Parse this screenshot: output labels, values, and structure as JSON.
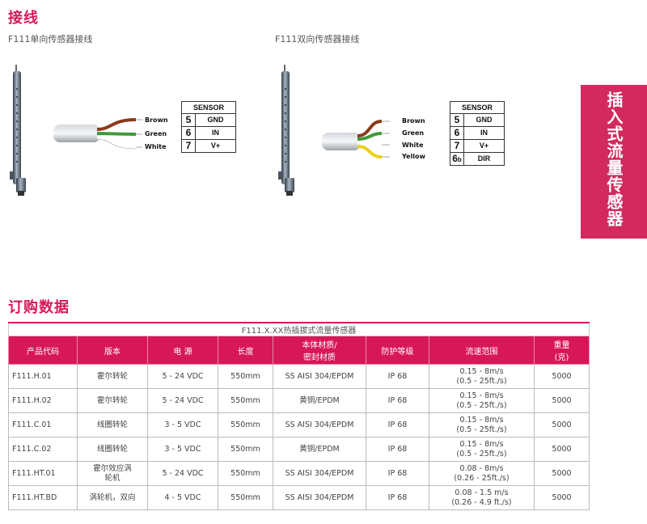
{
  "section1": {
    "title": "接线",
    "diagram_left_caption": "F111单向传感器接线",
    "diagram_right_caption": "F111双向传感器接线"
  },
  "side_tab": {
    "text": "插入式流量传感器"
  },
  "wiring": {
    "left": {
      "wires": [
        "Brown",
        "Green",
        "White"
      ],
      "sensor_title": "SENSOR",
      "rows": [
        {
          "num": "5",
          "label": "GND"
        },
        {
          "num": "6",
          "label": "IN"
        },
        {
          "num": "7",
          "label": "V+"
        }
      ]
    },
    "right": {
      "wires": [
        "Brown",
        "Green",
        "White",
        "Yellow"
      ],
      "sensor_title": "SENSOR",
      "rows": [
        {
          "num": "5",
          "label": "GND"
        },
        {
          "num": "6",
          "label": "IN"
        },
        {
          "num": "7",
          "label": "V+"
        },
        {
          "num": "6",
          "sub": "b",
          "label": "DIR"
        }
      ]
    }
  },
  "section2": {
    "title": "订购数据",
    "table_caption": "F111.X.XX热插拔式流量传感器",
    "headers": [
      "产品代码",
      "版本",
      "电 源",
      "长度",
      "本体材质/\n密封材质",
      "防护等级",
      "流速范围",
      "重量\n(克)"
    ],
    "rows": [
      [
        "F111.H.01",
        "霍尔转轮",
        "5 - 24 VDC",
        "550mm",
        "SS AISI 304/EPDM",
        "IP 68",
        "0.15 - 8m/s\n(0.5 - 25ft./s)",
        "5000"
      ],
      [
        "F111.H.02",
        "霍尔转轮",
        "5 - 24 VDC",
        "550mm",
        "黄铜/EPDM",
        "IP 68",
        "0.15 - 8m/s\n(0.5 - 25ft./s)",
        "5000"
      ],
      [
        "F111.C.01",
        "线圈转轮",
        "3 - 5 VDC",
        "550mm",
        "SS AISI 304/EPDM",
        "IP 68",
        "0.15 - 8m/s\n(0.5 - 25ft./s)",
        "5000"
      ],
      [
        "F111.C.02",
        "线圈转轮",
        "3 - 5 VDC",
        "550mm",
        "黄铜/EPDM",
        "IP 68",
        "0.15 - 8m/s\n(0.5 - 25ft./s)",
        "5000"
      ],
      [
        "F111.HT.01",
        "霍尔效应涡\n轮机",
        "5 - 24 VDC",
        "550mm",
        "SS AISI 304/EPDM",
        "IP 68",
        "0.08 - 8m/s\n(0.26 - 25ft./s)",
        "5000"
      ],
      [
        "F111.HT.BD",
        "涡轮机，双向",
        "4 - 5 VDC",
        "550mm",
        "SS AISI 304/EPDM",
        "IP 68",
        "0.08 - 1.5 m/s\n(0.26 - 4.9 ft./s)",
        "5000"
      ]
    ]
  },
  "colors": {
    "accent": "#d8175a",
    "side_tab": "#d22a5f",
    "brown": "#8b3a1c",
    "green": "#3f9a3a",
    "yellow": "#e8d21a"
  }
}
